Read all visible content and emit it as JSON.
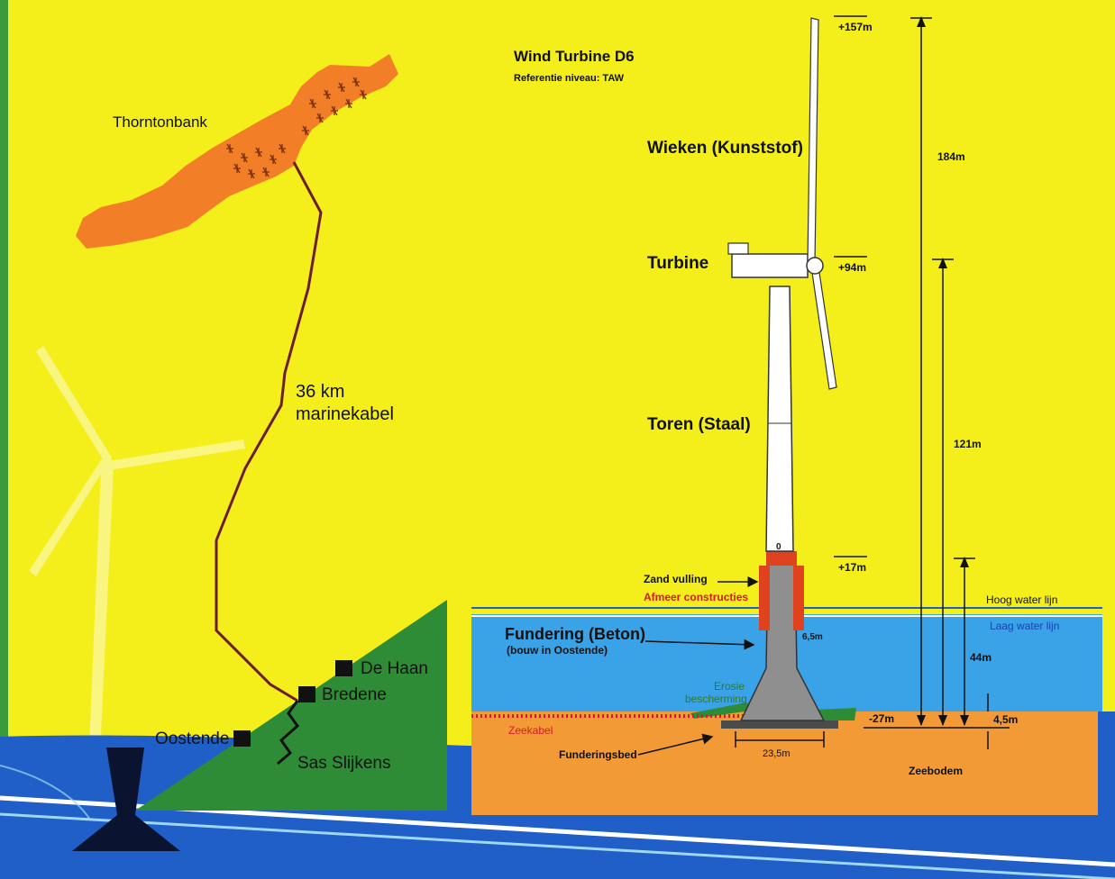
{
  "map": {
    "thorntonbank": "Thorntonbank",
    "cable_length": "36 km",
    "cable_type": "marinekabel",
    "towns": [
      "De Haan",
      "Bredene",
      "Oostende",
      "Sas Slijkens"
    ]
  },
  "turbine": {
    "title": "Wind Turbine D6",
    "reference": "Referentie niveau: TAW",
    "parts": {
      "blades": "Wieken (Kunststof)",
      "turbine": "Turbine",
      "tower": "Toren (Staal)",
      "foundation": "Fundering (Beton)",
      "foundation_note": "(bouw in Oostende)",
      "sand_fill": "Zand vulling",
      "mooring": "Afmeer constructies",
      "erosion_line1": "Erosie",
      "erosion_line2": "bescherming",
      "sea_cable": "Zeekabel",
      "foundation_bed": "Funderingsbed",
      "seabed": "Zeebodem"
    },
    "levels": {
      "top": "+157m",
      "hub": "+94m",
      "deck": "+17m",
      "bottom": "-27m"
    },
    "dimensions": {
      "total_height": "184m",
      "hub_height": "121m",
      "deck_height": "44m",
      "burial": "4,5m",
      "shaft_diameter": "6,5m",
      "base_diameter": "23,5m",
      "tower_mark": "0"
    },
    "water": {
      "high": "Hoog water lijn",
      "low": "Laag water lijn"
    }
  },
  "colors": {
    "background": "#f4ee1a",
    "bank": "#f27e28",
    "land": "#2e8c36",
    "sea": "#1f5fc7",
    "water_box": "#3aa2e6",
    "seabed": "#f29a35",
    "cable": "#6b1f2e",
    "accent_red": "#d8192a"
  }
}
